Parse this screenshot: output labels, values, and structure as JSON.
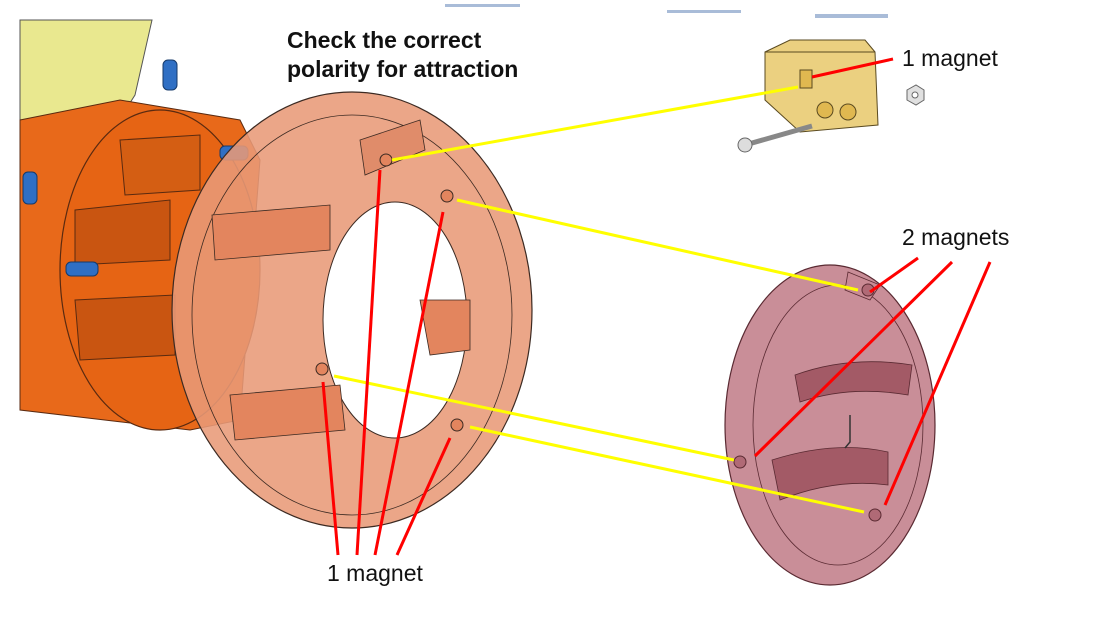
{
  "annotation": {
    "title_line1": "Check the correct",
    "title_line2": "polarity for attraction",
    "label_top_right": "1 magnet",
    "label_right": "2 magnets",
    "label_bottom": "1 magnet"
  },
  "colors": {
    "orange_body": "#e8691a",
    "salmon_ring": "#e89a78",
    "pink_cap": "#c07a86",
    "yellow_part": "#e9e88f",
    "amber_block": "#e8c86a",
    "pin_blue": "#2f6fc4",
    "leader_yellow": "#ffff00",
    "leader_red": "#ff0000"
  }
}
